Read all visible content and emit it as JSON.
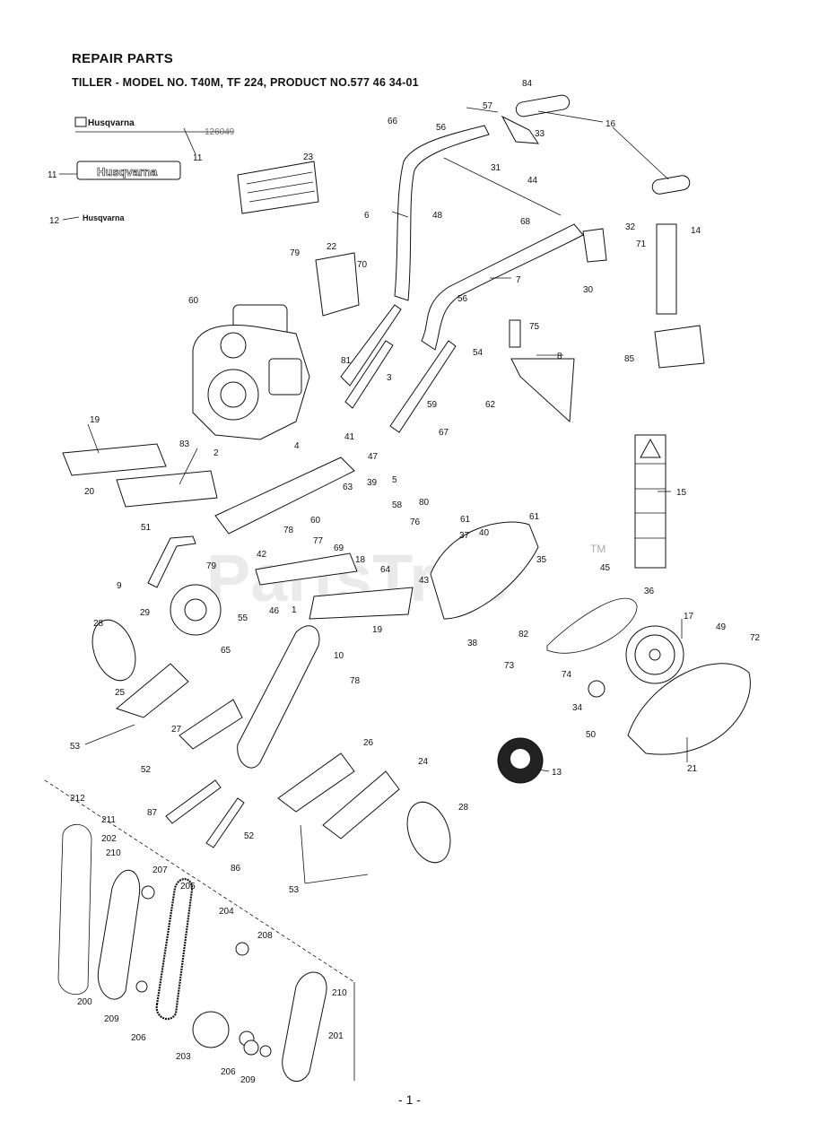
{
  "header": {
    "title": "REPAIR PARTS",
    "subtitle": "TILLER - MODEL NO. T40M, TF 224, PRODUCT NO.577 46 34-01"
  },
  "brand": {
    "name": "Husqvarna",
    "decal_code": "126049"
  },
  "watermark": {
    "text": "PartsTree",
    "mark": "TM"
  },
  "footer": {
    "page": "- 1 -"
  },
  "part_labels": [
    "84",
    "57",
    "16",
    "66",
    "56",
    "33",
    "31",
    "44",
    "48",
    "6",
    "68",
    "32",
    "71",
    "14",
    "23",
    "22",
    "79",
    "70",
    "60",
    "7",
    "30",
    "56",
    "75",
    "54",
    "3",
    "8",
    "62",
    "85",
    "81",
    "41",
    "59",
    "67",
    "19",
    "83",
    "2",
    "4",
    "47",
    "5",
    "15",
    "63",
    "39",
    "58",
    "80",
    "61",
    "20",
    "61",
    "76",
    "37",
    "60",
    "78",
    "77",
    "69",
    "18",
    "40",
    "35",
    "64",
    "42",
    "79",
    "43",
    "45",
    "51",
    "9",
    "55",
    "29",
    "36",
    "17",
    "46",
    "1",
    "19",
    "28",
    "49",
    "72",
    "38",
    "73",
    "82",
    "65",
    "10",
    "74",
    "78",
    "25",
    "34",
    "50",
    "27",
    "26",
    "53",
    "52",
    "21",
    "24",
    "13",
    "212",
    "211",
    "28",
    "202",
    "210",
    "87",
    "52",
    "207",
    "86",
    "53",
    "205",
    "204",
    "208",
    "210",
    "200",
    "209",
    "201",
    "206",
    "203",
    "206",
    "209",
    "11",
    "11",
    "12"
  ],
  "colors": {
    "ink": "#111111",
    "watermark": "#d9d9d9",
    "background": "#ffffff"
  }
}
